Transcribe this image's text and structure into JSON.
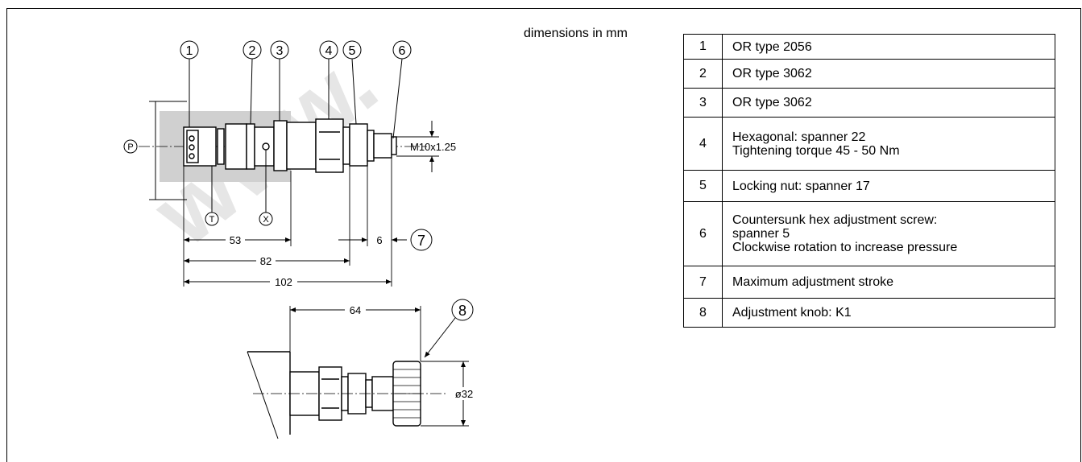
{
  "dimensions_title": "dimensions in mm",
  "items": [
    {
      "num": "1",
      "desc": "OR type 2056"
    },
    {
      "num": "2",
      "desc": "OR type 3062"
    },
    {
      "num": "3",
      "desc": "OR type 3062"
    },
    {
      "num": "4",
      "desc": "Hexagonal: spanner 22\nTightening torque  45 - 50 Nm"
    },
    {
      "num": "5",
      "desc": "Locking nut: spanner 17"
    },
    {
      "num": "6",
      "desc": "Countersunk hex adjustment screw:\nspanner 5\nClockwise rotation to increase pressure"
    },
    {
      "num": "7",
      "desc": "Maximum adjustment stroke"
    },
    {
      "num": "8",
      "desc": "Adjustment knob: K1"
    }
  ],
  "drawing": {
    "balloons": [
      "1",
      "2",
      "3",
      "4",
      "5",
      "6",
      "7",
      "8"
    ],
    "ports": {
      "p": "P",
      "t": "T",
      "x": "X"
    },
    "thread_label": "M10x1.25",
    "dim_53": "53",
    "dim_82": "82",
    "dim_102": "102",
    "dim_6": "6",
    "dim_64": "64",
    "dim_d32": "ø32",
    "watermark": "www."
  }
}
